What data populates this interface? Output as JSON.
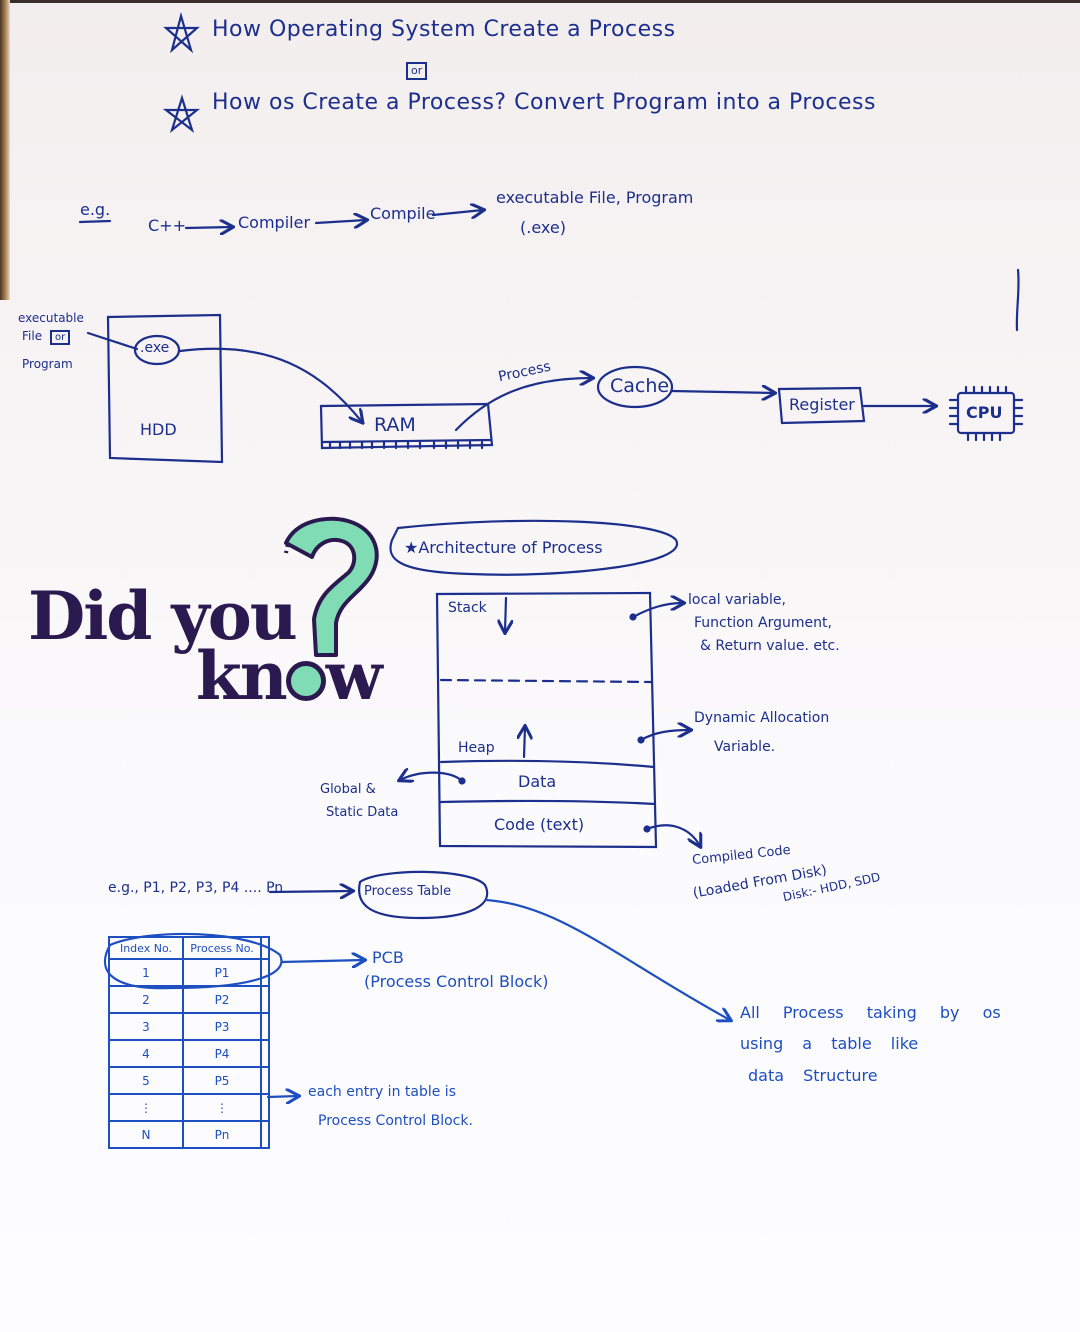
{
  "titles": {
    "line1": "How Operating System Create a Process",
    "or_label": "or",
    "line2": "How os Create a Process? Convert Program into a Process"
  },
  "example_flow": {
    "prefix": "e.g.",
    "steps": [
      "C++",
      "Compiler",
      "Compile",
      "executable File, Program"
    ],
    "ext_note": "(.exe)"
  },
  "hardware_flow": {
    "file_label_line1": "executable",
    "file_label_line2": "File",
    "file_label_or": "or",
    "file_label_line3": "Program",
    "exe_label": ".exe",
    "hdd_label": "HDD",
    "ram_label": "RAM",
    "process_label": "Process",
    "cache_label": "Cache",
    "register_label": "Register",
    "cpu_label": "CPU"
  },
  "logo": {
    "line1": "Did you",
    "line2": "kn",
    "line2_end": "w",
    "question_color": "#7fdcb4",
    "text_color": "#2b1a4f"
  },
  "architecture": {
    "title": "Architecture of Process",
    "segments": {
      "stack": "Stack",
      "heap": "Heap",
      "data": "Data",
      "code": "Code (text)"
    },
    "notes": {
      "stack_line1": "local variable,",
      "stack_line2": "Function Argument,",
      "stack_line3": "& Return value. etc.",
      "heap_line1": "Dynamic Allocation",
      "heap_line2": "Variable.",
      "data_line1": "Global &",
      "data_line2": "Static Data",
      "code_line1": "Compiled Code",
      "code_line2": "(Loaded From Disk)",
      "code_line3": "Disk:- HDD, SDD"
    }
  },
  "process_table": {
    "example": "e.g., P1, P2, P3, P4 .... Pn",
    "label": "Process Table",
    "columns": [
      "Index No.",
      "Process No."
    ],
    "rows": [
      [
        "1",
        "P1"
      ],
      [
        "2",
        "P2"
      ],
      [
        "3",
        "P3"
      ],
      [
        "4",
        "P4"
      ],
      [
        "5",
        "P5"
      ],
      [
        "⋮",
        "⋮"
      ],
      [
        "N",
        "Pn"
      ]
    ],
    "pcb_title": "PCB",
    "pcb_full": "(Process Control Block)",
    "entry_note_line1": "each entry in table is",
    "entry_note_line2": "Process Control Block.",
    "os_note_line1": "All Process taking by os",
    "os_note_line2": "using a table like",
    "os_note_line3": "data Structure"
  },
  "colors": {
    "ink_dark": "#1c2f8c",
    "ink_bright": "#1e4fc0",
    "paper": "#f7f4f6"
  }
}
